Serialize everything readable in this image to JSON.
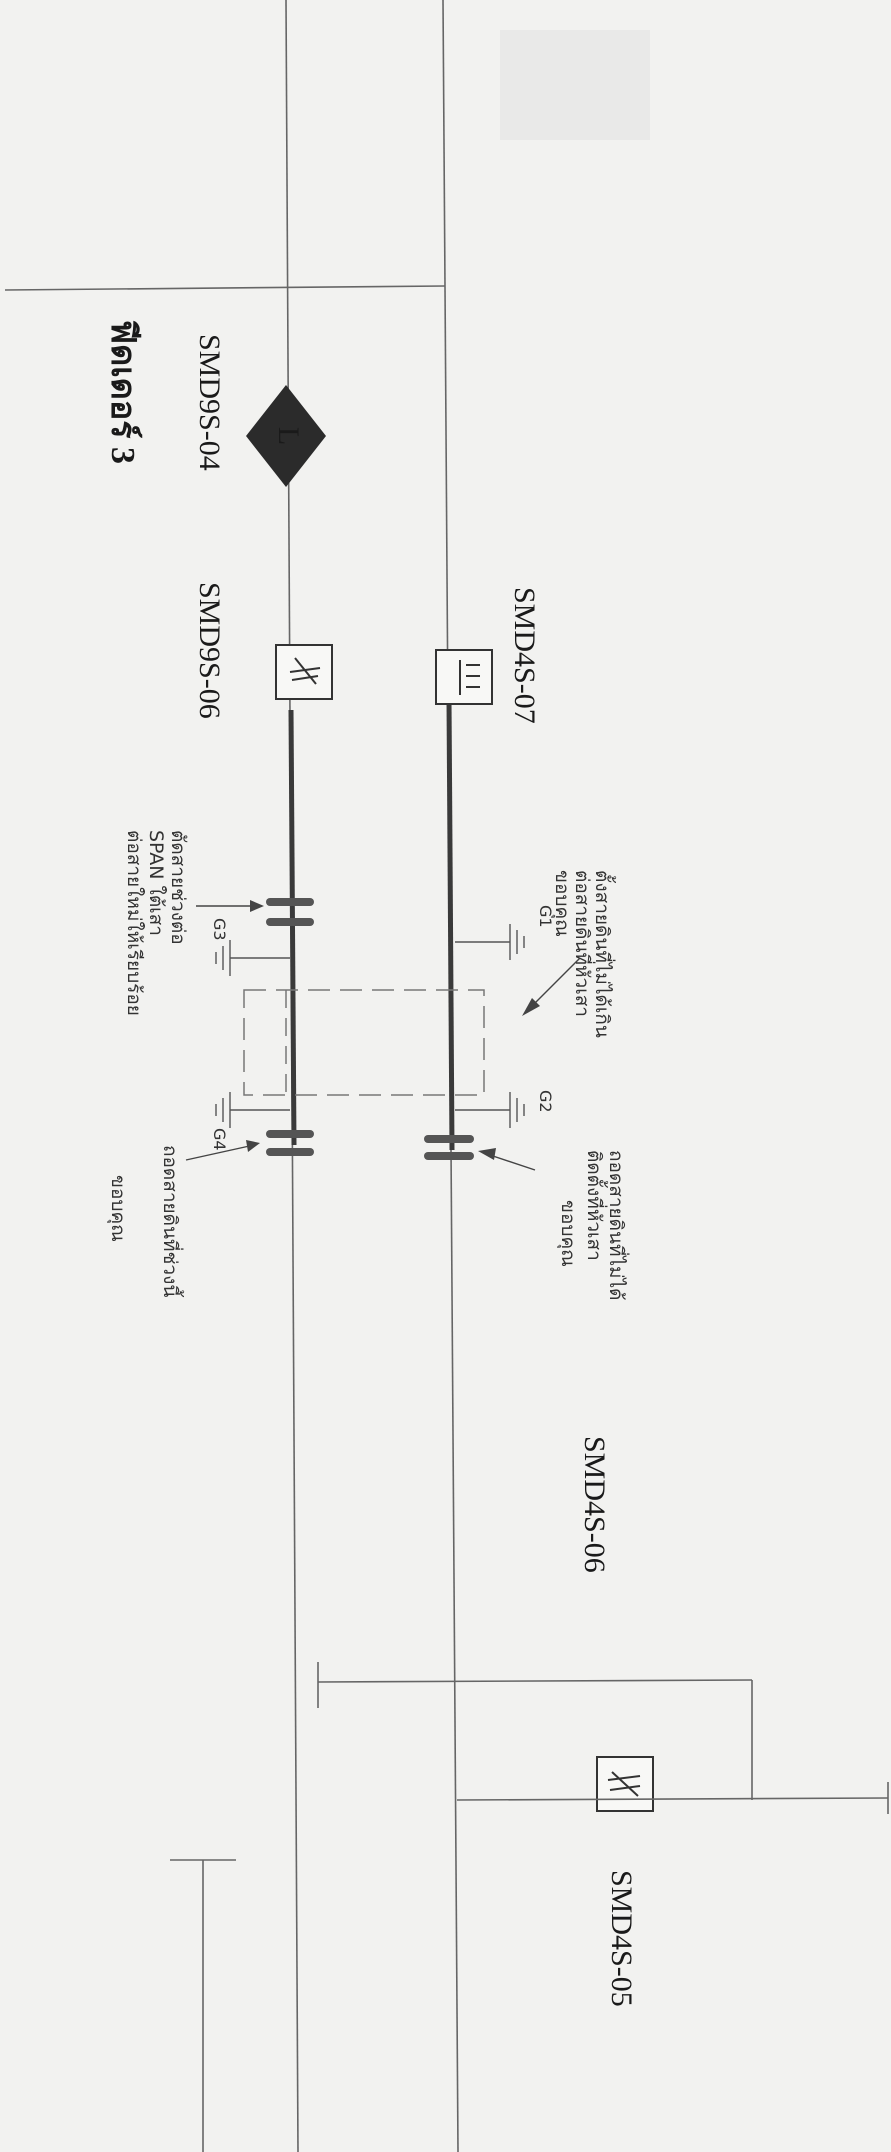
{
  "labels": {
    "smd9s_04": "SMD9S-04",
    "smd9s_06": "SMD9S-06",
    "smd4s_07": "SMD4S-07",
    "smd4s_06": "SMD4S-06",
    "smd4s_05": "SMD4S-05",
    "feeder_thai": "ฟีดเดอร์ 3",
    "load_letter": "L"
  },
  "notes": {
    "note_top_1": "ตั้งสายดินที่ไม่ได้เกิน",
    "note_top_2": "ต่อสายดินที่หัวเสา",
    "note_top_3": "ขอบคุณ",
    "note_upper_1": "ถอดสายดินที่ไม่ได้",
    "note_upper_2": "ติดตั้งที่หัวเสา",
    "note_upper_3": "ขอบคุณ",
    "note_bot_1": "ตัดสายช่วงต่อ",
    "note_bot_2": "SPAN ใต้เสา",
    "note_bot_3": "ต่อสายใหม่ให้เรียบร้อย",
    "note_bot_4": "ถอดสายดินที่ช่วงนี้",
    "note_bot_5": "ขอบคุณ",
    "g1": "G1",
    "g2": "G2",
    "g3": "G3",
    "g4": "G4"
  },
  "colors": {
    "line": "#555555",
    "thick": "#3a3a3a",
    "symbol_fill": "#2b2b2b"
  }
}
